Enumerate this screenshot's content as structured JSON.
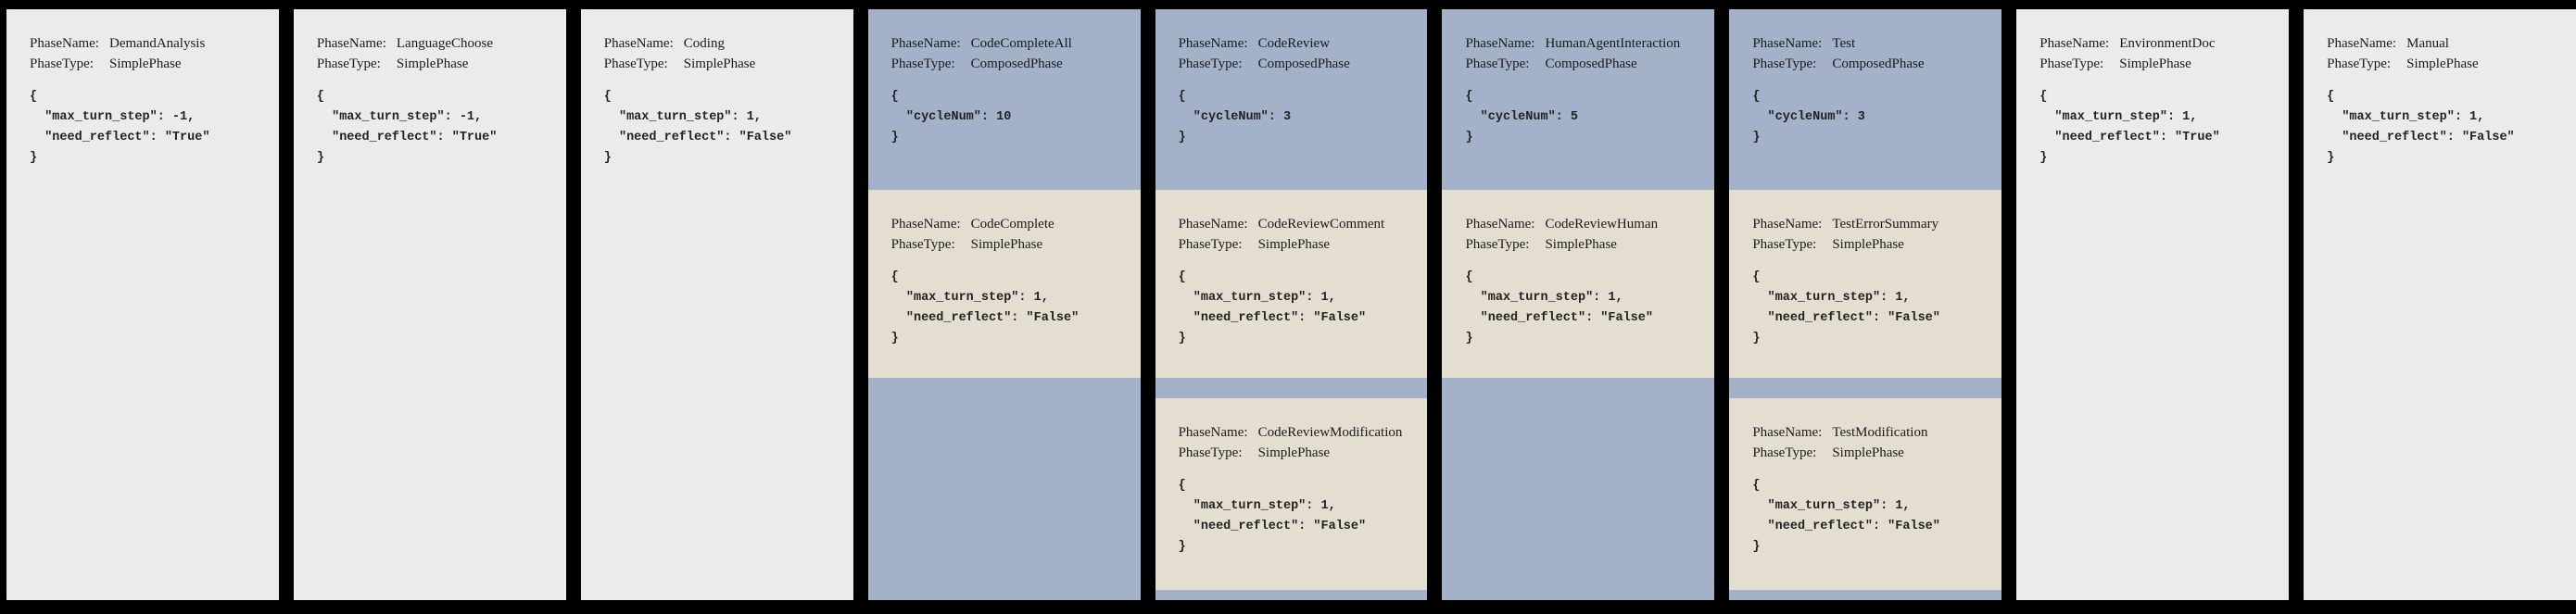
{
  "figure": {
    "background": "#000000",
    "colors": {
      "simple_phase_bg": "#e9eceb",
      "composed_phase_bg": "#a3b2c9",
      "nested_phase_bg": "#e4ded1",
      "text": "#1b1b1b"
    }
  },
  "labels": {
    "phase_name": "PhaseName:",
    "phase_type": "PhaseType:"
  },
  "phases": [
    {
      "name": "DemandAnalysis",
      "type": "SimplePhase",
      "config": [
        "{",
        "  \"max_turn_step\": -1,",
        "  \"need_reflect\": \"True\"",
        "}"
      ]
    },
    {
      "name": "LanguageChoose",
      "type": "SimplePhase",
      "config": [
        "{",
        "  \"max_turn_step\": -1,",
        "  \"need_reflect\": \"True\"",
        "}"
      ]
    },
    {
      "name": "Coding",
      "type": "SimplePhase",
      "config": [
        "{",
        "  \"max_turn_step\": 1,",
        "  \"need_reflect\": \"False\"",
        "}"
      ]
    },
    {
      "name": "CodeCompleteAll",
      "type": "ComposedPhase",
      "config": [
        "{",
        "  \"cycleNum\": 10",
        "}"
      ],
      "children": [
        {
          "name": "CodeComplete",
          "type": "SimplePhase",
          "config": [
            "{",
            "  \"max_turn_step\": 1,",
            "  \"need_reflect\": \"False\"",
            "}"
          ]
        }
      ]
    },
    {
      "name": "CodeReview",
      "type": "ComposedPhase",
      "config": [
        "{",
        "  \"cycleNum\": 3",
        "}"
      ],
      "children": [
        {
          "name": "CodeReviewComment",
          "type": "SimplePhase",
          "config": [
            "{",
            "  \"max_turn_step\": 1,",
            "  \"need_reflect\": \"False\"",
            "}"
          ]
        },
        {
          "name": "CodeReviewModification",
          "type": "SimplePhase",
          "config": [
            "{",
            "  \"max_turn_step\": 1,",
            "  \"need_reflect\": \"False\"",
            "}"
          ]
        }
      ]
    },
    {
      "name": "HumanAgentInteraction",
      "type": "ComposedPhase",
      "config": [
        "{",
        "  \"cycleNum\": 5",
        "}"
      ],
      "children": [
        {
          "name": "CodeReviewHuman",
          "type": "SimplePhase",
          "config": [
            "{",
            "  \"max_turn_step\": 1,",
            "  \"need_reflect\": \"False\"",
            "}"
          ]
        }
      ]
    },
    {
      "name": "Test",
      "type": "ComposedPhase",
      "config": [
        "{",
        "  \"cycleNum\": 3",
        "}"
      ],
      "children": [
        {
          "name": "TestErrorSummary",
          "type": "SimplePhase",
          "config": [
            "{",
            "  \"max_turn_step\": 1,",
            "  \"need_reflect\": \"False\"",
            "}"
          ]
        },
        {
          "name": "TestModification",
          "type": "SimplePhase",
          "config": [
            "{",
            "  \"max_turn_step\": 1,",
            "  \"need_reflect\": \"False\"",
            "}"
          ]
        }
      ]
    },
    {
      "name": "EnvironmentDoc",
      "type": "SimplePhase",
      "config": [
        "{",
        "  \"max_turn_step\": 1,",
        "  \"need_reflect\": \"True\"",
        "}"
      ]
    },
    {
      "name": "Manual",
      "type": "SimplePhase",
      "config": [
        "{",
        "  \"max_turn_step\": 1,",
        "  \"need_reflect\": \"False\"",
        "}"
      ]
    }
  ]
}
